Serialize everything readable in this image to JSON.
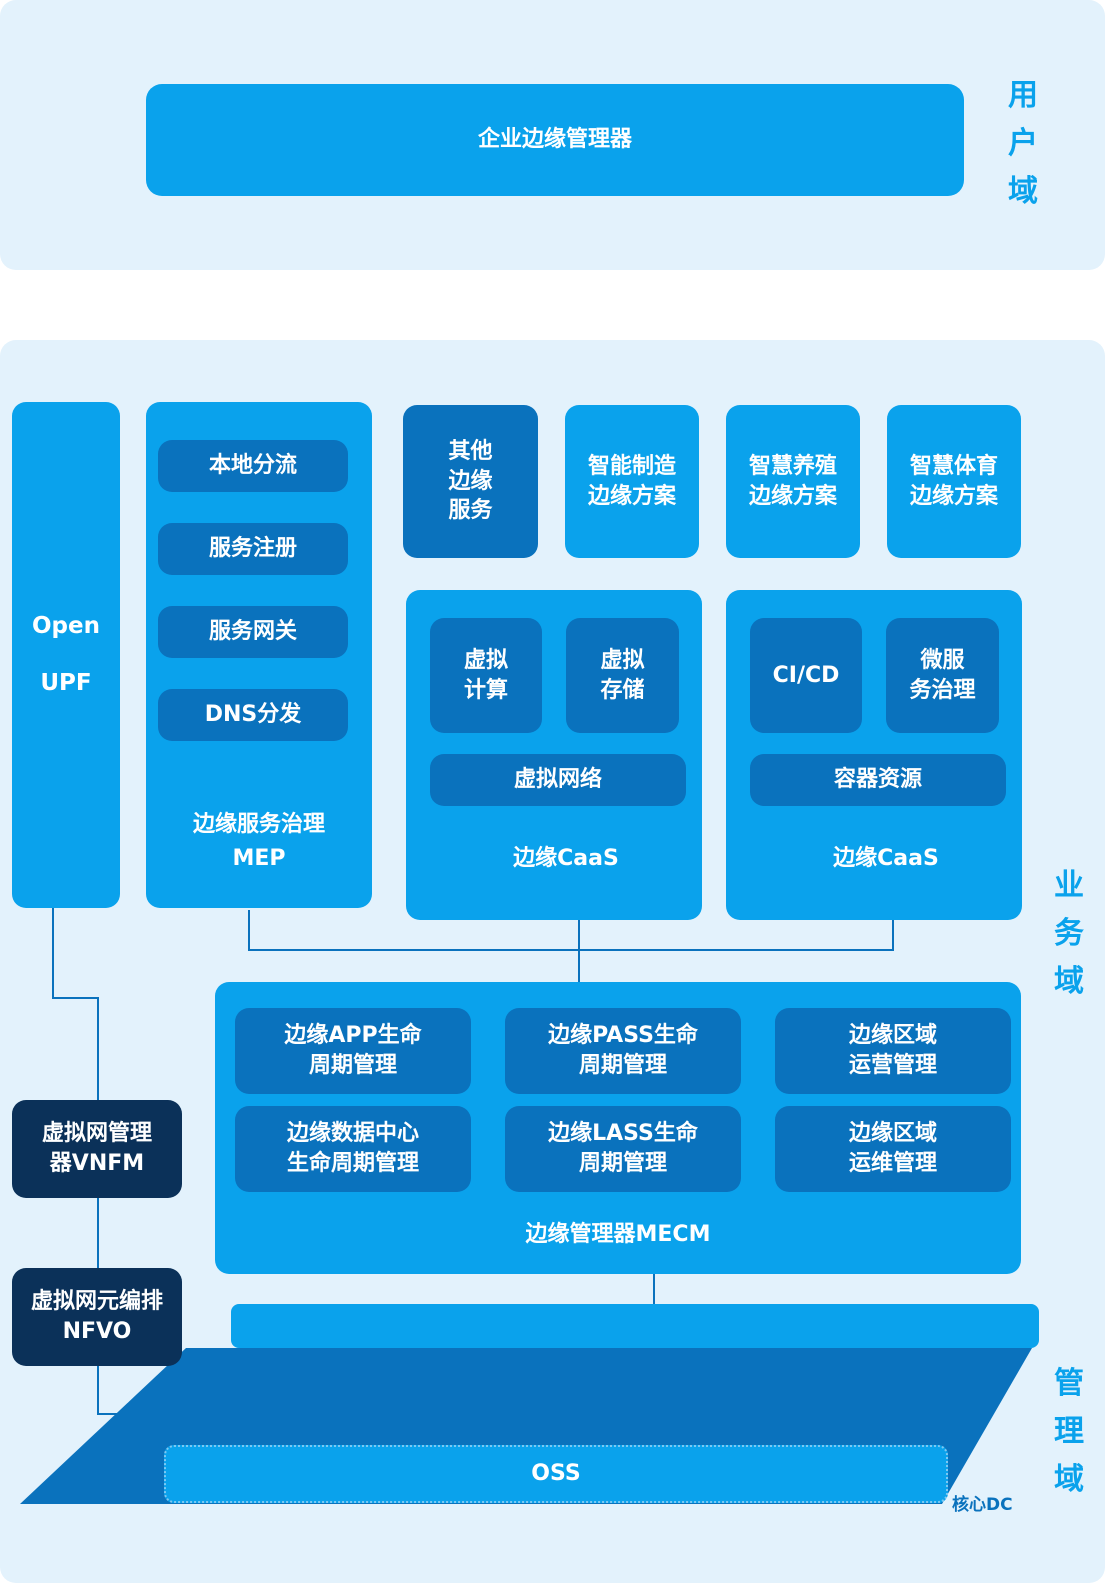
{
  "user_domain": {
    "label": "用\n户\n域",
    "enterprise_manager": "企业边缘管理器"
  },
  "business_domain": {
    "label": "业\n务\n域",
    "open_upf": "Open\n\nUPF",
    "mep": {
      "items": [
        "本地分流",
        "服务注册",
        "服务网关",
        "DNS分发"
      ],
      "caption": "边缘服务治理\nMEP"
    },
    "solutions": [
      "其他\n边缘\n服务",
      "智能制造\n边缘方案",
      "智慧养殖\n边缘方案",
      "智慧体育\n边缘方案"
    ],
    "caas_vm": {
      "items": [
        "虚拟\n计算",
        "虚拟\n存储"
      ],
      "wide": "虚拟网络",
      "caption": "边缘CaaS"
    },
    "caas_container": {
      "items": [
        "CI/CD",
        "微服\n务治理"
      ],
      "wide": "容器资源",
      "caption": "边缘CaaS"
    }
  },
  "management_domain": {
    "label": "管\n理\n域",
    "mecm": {
      "items": [
        "边缘APP生命\n周期管理",
        "边缘PASS生命\n周期管理",
        "边缘区域\n运营管理",
        "边缘数据中心\n生命周期管理",
        "边缘LASS生命\n周期管理",
        "边缘区域\n运维管理"
      ],
      "caption": "边缘管理器MECM"
    },
    "vnfm": "虚拟网管理\n器VNFM",
    "nfvo": "虚拟网元编排\nNFVO",
    "oss": "OSS",
    "core_dc": "核心DC"
  },
  "colors": {
    "panel": "#e3f2fc",
    "light": "#0aa2ec",
    "mid": "#0a72bd",
    "dark": "#0b3159"
  }
}
